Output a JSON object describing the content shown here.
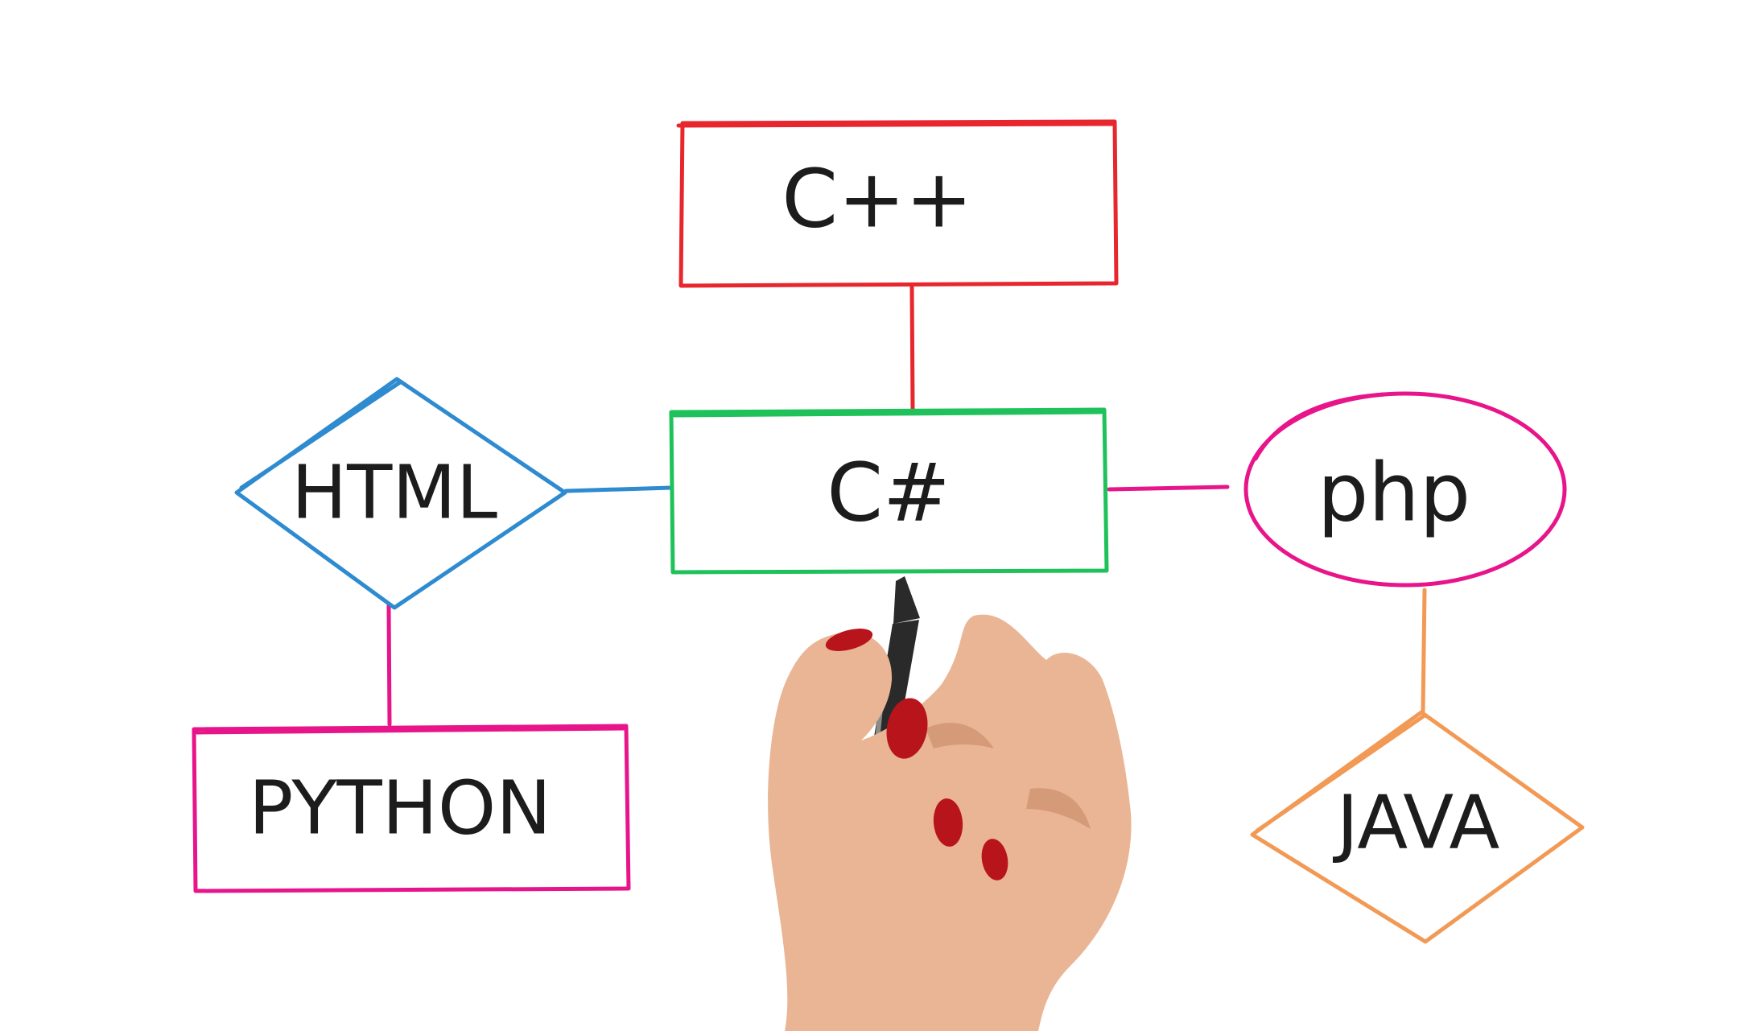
{
  "nodes": {
    "cpp": {
      "label": "C++",
      "shape": "rectangle",
      "color": "#e8262e"
    },
    "csharp": {
      "label": "C#",
      "shape": "rectangle",
      "color": "#1fc25a"
    },
    "html": {
      "label": "HTML",
      "shape": "diamond",
      "color": "#2e8bd0"
    },
    "php": {
      "label": "php",
      "shape": "ellipse",
      "color": "#e8158a"
    },
    "python": {
      "label": "PYTHON",
      "shape": "rectangle",
      "color": "#e8158a"
    },
    "java": {
      "label": "JAVA",
      "shape": "diamond",
      "color": "#f29a55"
    }
  },
  "connectors": {
    "cpp_csharp": "#e8262e",
    "html_csharp": "#2e8bd0",
    "csharp_php": "#e8158a",
    "html_python": "#e8158a",
    "php_java": "#f29a55"
  },
  "scene": {
    "background": "#ffffff",
    "hand_skin": "#e9b595",
    "nail_color": "#b8141c",
    "marker_color": "#2a2a2a"
  }
}
